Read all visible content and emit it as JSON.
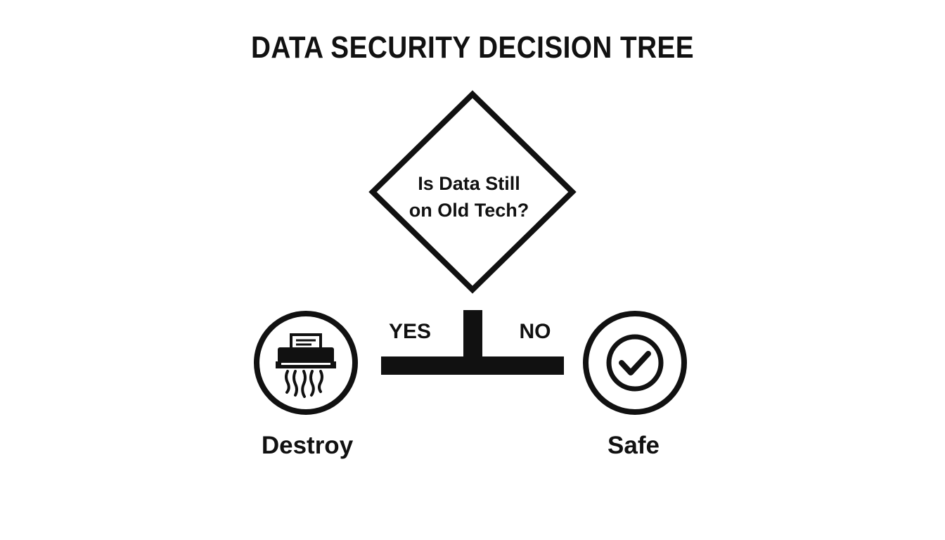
{
  "title": "DATA SECURITY DECISION TREE",
  "decision": {
    "question_line1": "Is Data Still",
    "question_line2": "on Old Tech?"
  },
  "branches": {
    "yes_label": "YES",
    "no_label": "NO"
  },
  "outcomes": {
    "yes": {
      "label": "Destroy",
      "icon": "shredder-icon"
    },
    "no": {
      "label": "Safe",
      "icon": "checkmark-icon"
    }
  },
  "colors": {
    "ink": "#111111",
    "background": "#ffffff"
  }
}
